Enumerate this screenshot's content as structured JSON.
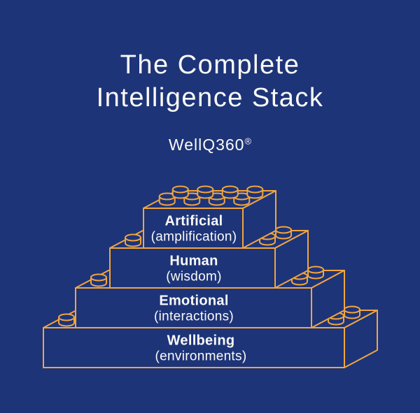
{
  "header": {
    "title_line1": "The Complete",
    "title_line2": "Intelligence Stack",
    "brand": "WellQ360",
    "trademark": "®"
  },
  "diagram": {
    "bricks": [
      {
        "label": "Artificial",
        "sublabel": "(amplification)"
      },
      {
        "label": "Human",
        "sublabel": "(wisdom)"
      },
      {
        "label": "Emotional",
        "sublabel": "(interactions)"
      },
      {
        "label": "Wellbeing",
        "sublabel": "(environments)"
      }
    ]
  },
  "colors": {
    "background": "#1d3478",
    "brick_outline": "#f2a53e",
    "text": "#fbfaf7"
  }
}
